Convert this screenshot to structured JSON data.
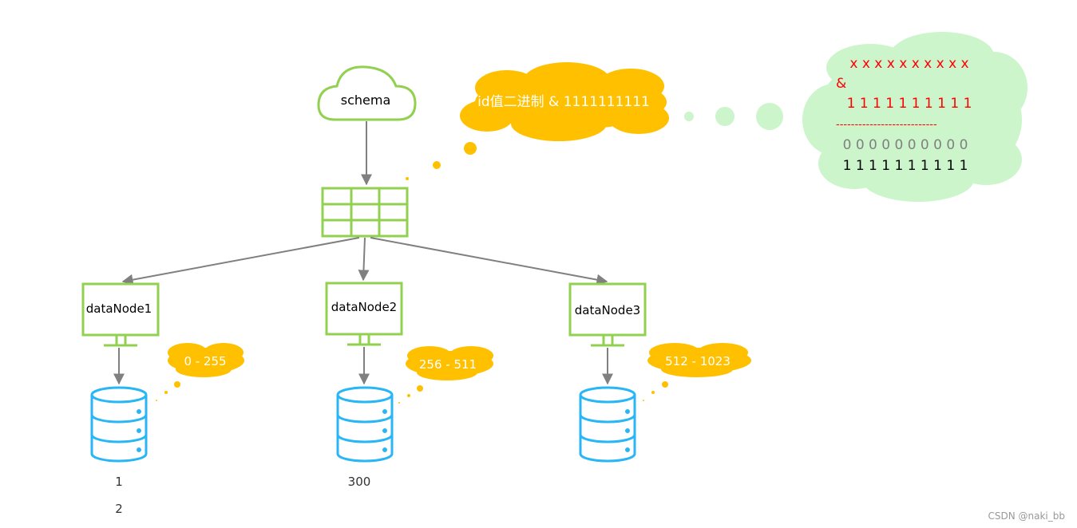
{
  "colors": {
    "green": "#92d050",
    "yellow": "#ffc000",
    "mint": "#ccf5cc",
    "db_blue": "#29b6f6",
    "arrow": "#808080",
    "red": "#ff0000",
    "gray_text": "#808080"
  },
  "icons": {
    "schema": "cloud-icon",
    "router": "table-grid-icon",
    "node": "monitor-icon",
    "storage": "database-icon"
  },
  "schema": {
    "label": "schema"
  },
  "formula": {
    "label": "id值二进制 & 1111111111"
  },
  "calc": {
    "row1": "x x x x x x x x x x",
    "op": "&",
    "row2": "1 1 1 1 1 1 1 1 1 1",
    "divider": "---------------------------",
    "row3": "0 0 0 0 0 0 0 0 0 0",
    "row4": "1 1 1 1 1 1 1 1 1 1"
  },
  "nodes": [
    {
      "label": "dataNode1",
      "range": "0 - 255"
    },
    {
      "label": "dataNode2",
      "range": "256 - 511"
    },
    {
      "label": "dataNode3",
      "range": "512 - 1023"
    }
  ],
  "db_values": {
    "node1": [
      "1",
      "2"
    ],
    "node2": [
      "300"
    ]
  },
  "watermark": "CSDN @naki_bb"
}
